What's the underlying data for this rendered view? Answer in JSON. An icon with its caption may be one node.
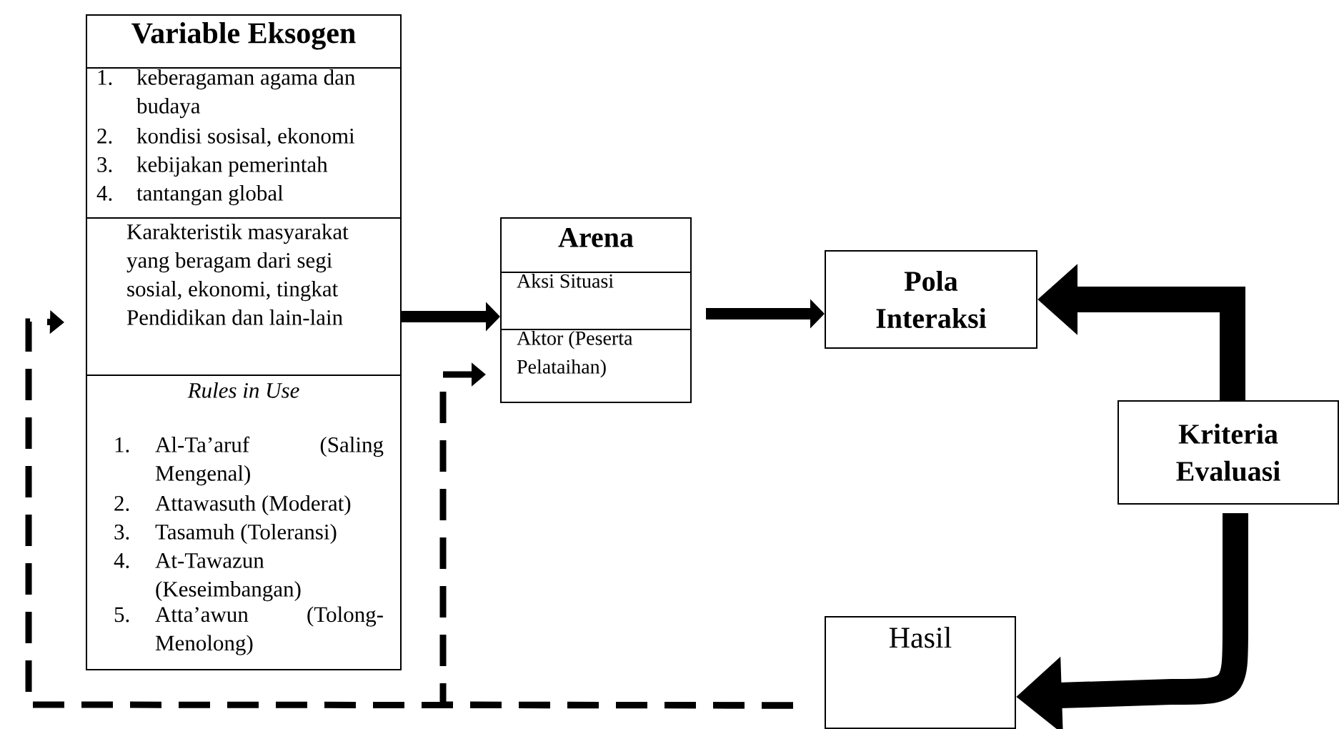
{
  "diagram": {
    "nodes": [
      {
        "text": [
          "Variable Eksogen"
        ]
      },
      {
        "text": [
          "1.",
          "keberagaman agama dan budaya",
          "2.",
          "kondisi sosisal, ekonomi",
          "3.",
          "kebijakan pemerintah",
          "4.",
          "tantangan global"
        ],
        "in": 0
      },
      {
        "text": [
          "Karakteristik masyarakat yang beragam dari segi sosial, ekonomi, tingkat Pendidikan dan lain-lain"
        ],
        "in": 0
      },
      {
        "text": [
          "Rules in Use",
          "1.",
          "Al-Ta’aruf (Saling Mengenal)",
          "2.",
          "Attawasuth (Moderat)",
          "3.",
          "Tasamuh (Toleransi)",
          "4.",
          "At-Tawazun (Keseimbangan)",
          "5.",
          "Atta’awun (Tolong-Menolong)"
        ],
        "in": 0
      },
      {
        "text": [
          "Arena"
        ]
      },
      {
        "text": [
          "Aksi Situasi"
        ],
        "in": 4
      },
      {
        "text": [
          "Aktor (Peserta Pelataihan)"
        ],
        "in": 4
      },
      {
        "text": [
          "Pola Interaksi"
        ]
      },
      {
        "text": [
          "Kriteria Evaluasi"
        ]
      },
      {
        "text": [
          "Hasil"
        ]
      }
    ],
    "edges": [
      {
        "from": 2,
        "to": 5,
        "arrow": "to"
      },
      {
        "from": 4,
        "to": 7,
        "arrow": "to"
      },
      {
        "from": 8,
        "to": 7,
        "arrow": "to",
        "style": "thick"
      },
      {
        "from": 8,
        "to": 9,
        "arrow": "to",
        "style": "thick"
      },
      {
        "from": 9,
        "to": 2,
        "arrow": "to",
        "style": "dashed"
      },
      {
        "from": 9,
        "to": 6,
        "arrow": "to",
        "style": "dashed"
      }
    ]
  }
}
